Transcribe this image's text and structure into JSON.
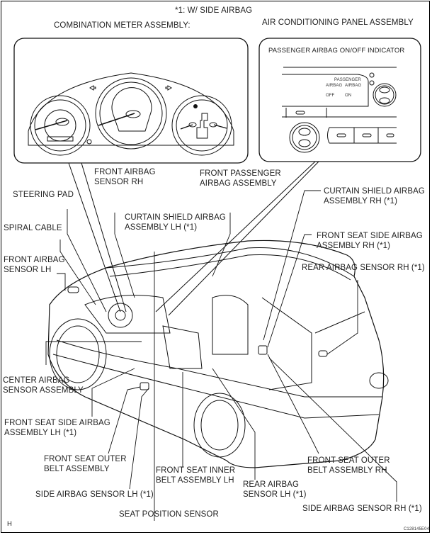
{
  "header": {
    "footnote": "*1: W/ SIDE AIRBAG",
    "combination_meter_title": "COMBINATION METER ASSEMBLY:",
    "ac_panel_title": "AIR CONDITIONING PANEL ASSEMBLY"
  },
  "ac_panel": {
    "indicator_title": "PASSENGER AIRBAG ON/OFF INDICATOR",
    "panel_text_passenger": "PASSENGER",
    "panel_text_off": "AIRBAG OFF",
    "panel_text_on": "AIRBAG ON"
  },
  "labels": {
    "front_airbag_sensor_rh": [
      "FRONT AIRBAG",
      "SENSOR RH"
    ],
    "front_passenger_airbag": [
      "FRONT PASSENGER",
      "AIRBAG ASSEMBLY"
    ],
    "steering_pad": [
      "STEERING PAD"
    ],
    "curtain_shield_lh": [
      "CURTAIN SHIELD AIRBAG",
      "ASSEMBLY LH  (*1)"
    ],
    "curtain_shield_rh": [
      "CURTAIN SHIELD AIRBAG",
      "ASSEMBLY RH (*1)"
    ],
    "spiral_cable": [
      "SPIRAL CABLE"
    ],
    "front_seat_side_airbag_rh": [
      "FRONT SEAT SIDE AIRBAG",
      "ASSEMBLY RH  (*1)"
    ],
    "front_airbag_sensor_lh": [
      "FRONT AIRBAG",
      "SENSOR LH"
    ],
    "rear_airbag_sensor_rh": [
      "REAR AIRBAG SENSOR RH (*1)"
    ],
    "center_airbag_sensor": [
      "CENTER AIRBAG",
      "SENSOR ASSEMBLY"
    ],
    "front_seat_side_airbag_lh": [
      "FRONT SEAT SIDE AIRBAG",
      "ASSEMBLY LH (*1)"
    ],
    "front_seat_outer_belt": [
      "FRONT SEAT OUTER",
      "BELT ASSEMBLY"
    ],
    "front_seat_outer_belt_rh": [
      "FRONT SEAT OUTER",
      "BELT ASSEMBLY RH"
    ],
    "front_seat_inner_belt_lh": [
      "FRONT SEAT INNER",
      "BELT ASSEMBLY LH"
    ],
    "rear_airbag_sensor_lh": [
      "REAR AIRBAG",
      "SENSOR LH (*1)"
    ],
    "side_airbag_sensor_lh": [
      "SIDE AIRBAG SENSOR LH (*1)"
    ],
    "side_airbag_sensor_rh": [
      "SIDE AIRBAG SENSOR RH (*1)"
    ],
    "seat_position_sensor": [
      "SEAT POSITION SENSOR"
    ]
  },
  "footer": {
    "corner_mark": "H",
    "figure_code": "C128145E04"
  }
}
